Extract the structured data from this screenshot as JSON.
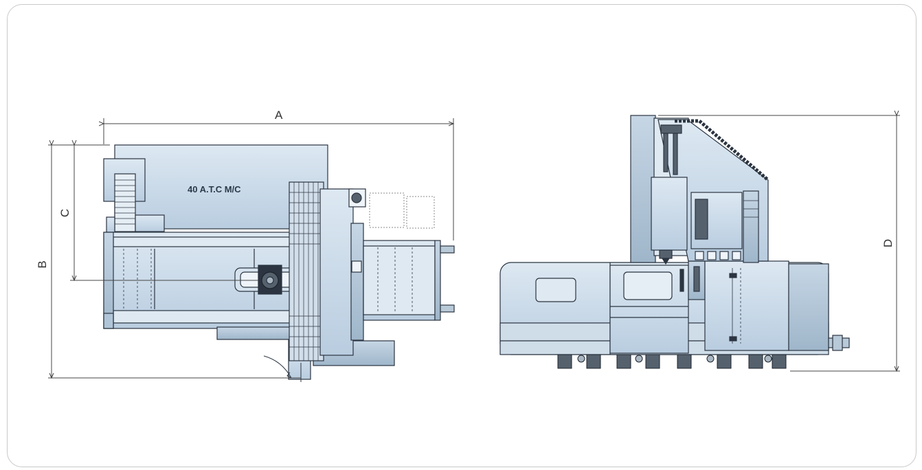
{
  "dimensions": {
    "a": "A",
    "b": "B",
    "c": "C",
    "d": "D"
  },
  "top_view": {
    "magazine_label": "40 A.T.C  M/C"
  },
  "colors": {
    "machine_fill": "#c4d6e6",
    "machine_light": "#dbe7f1",
    "machine_dark": "#9fb6c9",
    "outline": "#2b3440",
    "dim_line": "#444444"
  }
}
